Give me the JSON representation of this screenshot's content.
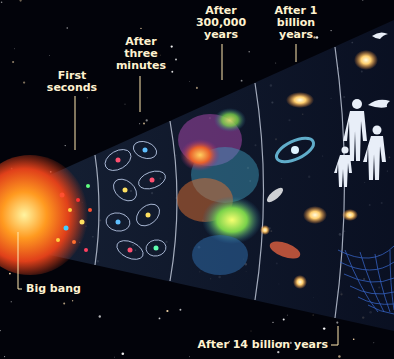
{
  "diagram": {
    "labels": [
      "First seconds",
      "After three minutes",
      "After 300,000 years",
      "After 1 billion years",
      "Big bang",
      "After 14 billion years"
    ]
  }
}
